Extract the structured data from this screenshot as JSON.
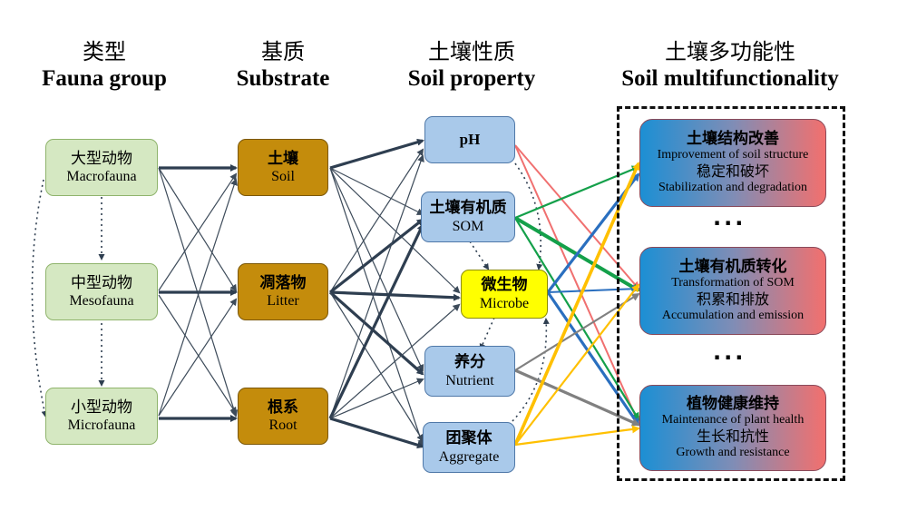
{
  "columns": [
    {
      "zh": "类型",
      "en": "Fauna group"
    },
    {
      "zh": "基质",
      "en": "Substrate"
    },
    {
      "zh": "土壤性质",
      "en": "Soil property"
    },
    {
      "zh": "土壤多功能性",
      "en": "Soil multifunctionality"
    }
  ],
  "fauna": [
    {
      "zh": "大型动物",
      "en": "Macrofauna"
    },
    {
      "zh": "中型动物",
      "en": "Mesofauna"
    },
    {
      "zh": "小型动物",
      "en": "Microfauna"
    }
  ],
  "substrate": [
    {
      "zh": "土壤",
      "en": "Soil"
    },
    {
      "zh": "凋落物",
      "en": "Litter"
    },
    {
      "zh": "根系",
      "en": "Root"
    }
  ],
  "properties": [
    {
      "zh": "pH",
      "en": ""
    },
    {
      "zh": "土壤有机质",
      "en": "SOM"
    },
    {
      "zh": "微生物",
      "en": "Microbe"
    },
    {
      "zh": "养分",
      "en": "Nutrient"
    },
    {
      "zh": "团聚体",
      "en": "Aggregate"
    }
  ],
  "functions": [
    {
      "title": "土壤结构改善",
      "title_en": "Improvement  of soil structure",
      "sub_zh": "稳定和破坏",
      "sub_en": "Stabilization and degradation"
    },
    {
      "title": "土壤有机质转化",
      "title_en": "Transformation  of SOM",
      "sub_zh": "积累和排放",
      "sub_en": "Accumulation and emission"
    },
    {
      "title": "植物健康维持",
      "title_en": "Maintenance  of plant health",
      "sub_zh": "生长和抗性",
      "sub_en": "Growth and resistance"
    }
  ],
  "ellipsis": "···",
  "colors": {
    "dark_arrow": "#2e3e50",
    "thin_line": "#3d4b5a",
    "ph_link": "#f07070",
    "som_link": "#14a04a",
    "microbe_link": "#2a6fbf",
    "nutrient_link": "#808080",
    "aggregate_link": "#ffc000",
    "fauna_fill": "#d5e8c2",
    "substrate_fill": "#c48c0c",
    "property_fill": "#a9c9ea",
    "microbe_fill": "#ffff00"
  }
}
